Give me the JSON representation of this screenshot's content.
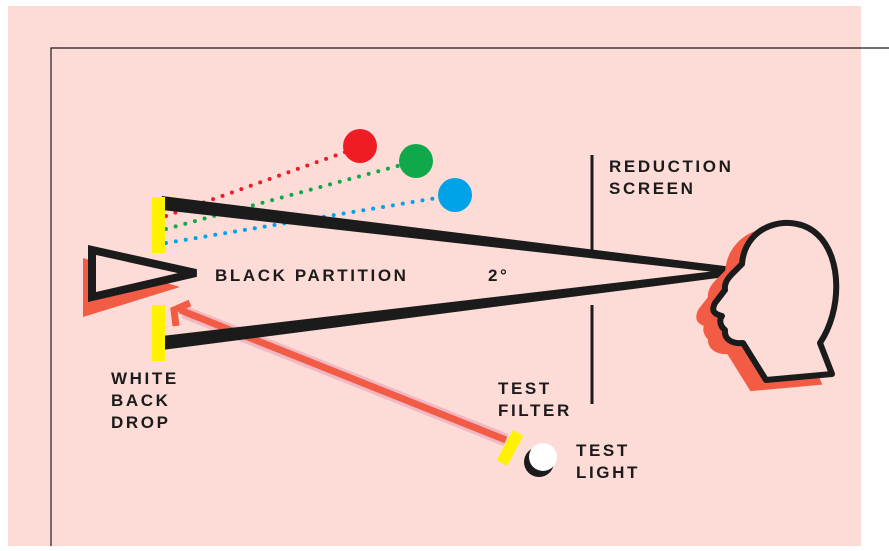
{
  "labels": {
    "black_partition": "BLACK PARTITION",
    "angle": "2°",
    "reduction_screen": [
      "REDUCTION",
      "SCREEN"
    ],
    "white_backdrop": [
      "WHITE",
      "BACK",
      "DROP"
    ],
    "test_filter": [
      "TEST",
      "FILTER"
    ],
    "test_light": [
      "TEST",
      "LIGHT"
    ]
  },
  "colors": {
    "background": "#fddbd6",
    "line": "#1b1b1b",
    "accent": "#f25c45",
    "highlight": "#f0b8c4",
    "yellow": "#fff200",
    "dot_red": "#ee1c25",
    "dot_green": "#0fa84a",
    "dot_blue": "#00a2e8"
  }
}
